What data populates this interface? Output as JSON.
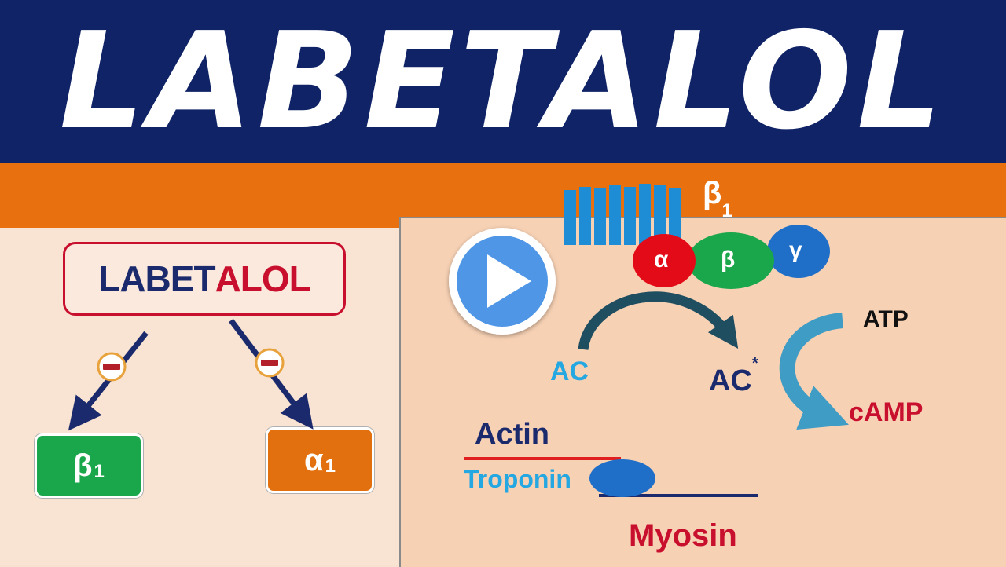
{
  "title": "LABETALOL",
  "drug_box": {
    "part_a": "LABET",
    "part_b": "ALOL"
  },
  "left_receptors": {
    "beta": {
      "symbol": "β",
      "subscript": "1"
    },
    "alpha": {
      "symbol": "α",
      "subscript": "1"
    },
    "inhibit_symbol": "−"
  },
  "receptor": {
    "symbol": "β",
    "subscript": "1"
  },
  "g_protein": {
    "alpha": "α",
    "beta": "β",
    "gamma": "γ"
  },
  "pathway": {
    "ac": "AC",
    "ac_active": "AC",
    "ac_active_mark": "*",
    "atp": "ATP",
    "camp": "cAMP"
  },
  "muscle": {
    "actin": "Actin",
    "troponin": "Troponin",
    "myosin": "Myosin"
  },
  "colors": {
    "banner": "#0f2366",
    "orange": "#e8700e",
    "green": "#1aa64b",
    "red": "#c8102e",
    "blue": "#1f6fc8",
    "light_blue": "#25a7e2",
    "navy": "#1a2a6c"
  }
}
